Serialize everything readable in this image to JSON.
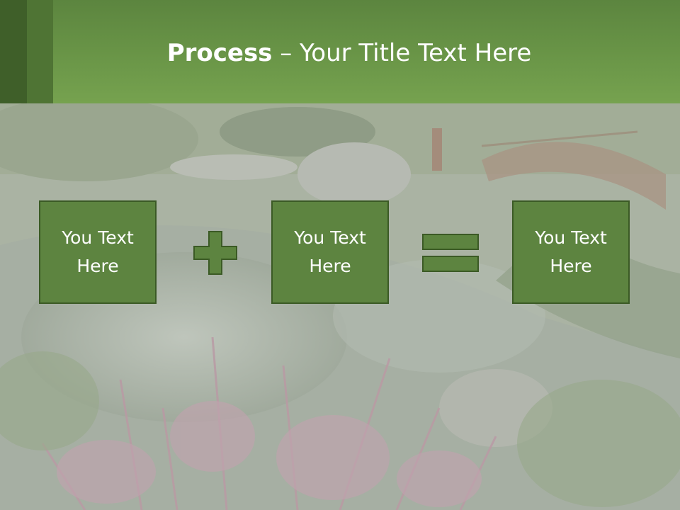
{
  "title": {
    "bold": "Process",
    "rest": " – Your Title Text Here"
  },
  "boxes": [
    {
      "label": "You Text Here"
    },
    {
      "label": "You Text Here"
    },
    {
      "label": "You Text Here"
    }
  ],
  "icons": {
    "plus": "plus-icon",
    "equals": "equals-icon"
  },
  "colors": {
    "header": "#6b9748",
    "box_fill": "#5d8440",
    "box_border": "#3b5a25",
    "text": "#ffffff"
  }
}
